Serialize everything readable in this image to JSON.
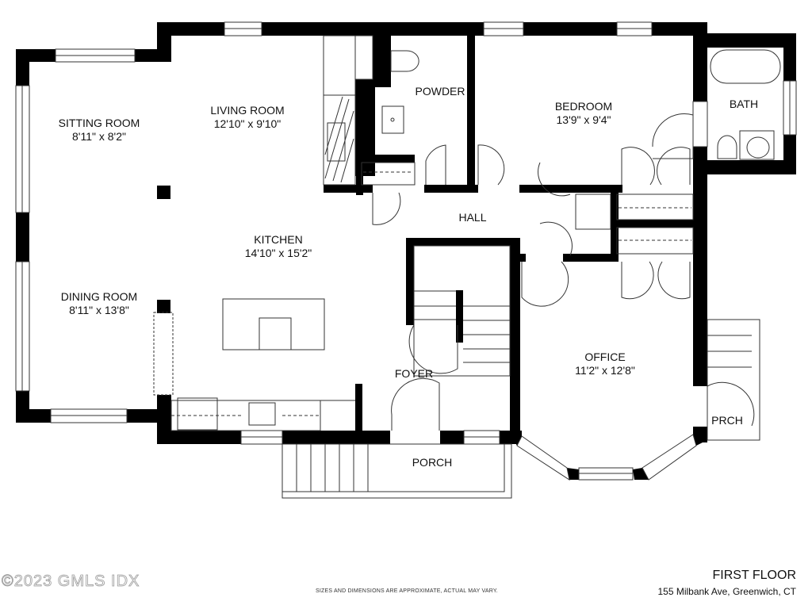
{
  "floor": {
    "title": "FIRST FLOOR",
    "address": "155 Milbank Ave, Greenwich, CT",
    "disclaimer": "SIZES AND DIMENSIONS ARE APPROXIMATE, ACTUAL MAY VARY.",
    "watermark": "©2023 GMLS IDX"
  },
  "colors": {
    "wall": "#000000",
    "line": "#333333",
    "background": "#ffffff"
  },
  "rooms": [
    {
      "id": "sitting-room",
      "name": "SITTING ROOM",
      "dims": "8'11\" x 8'2\""
    },
    {
      "id": "living-room",
      "name": "LIVING ROOM",
      "dims": "12'10\" x 9'10\""
    },
    {
      "id": "powder",
      "name": "POWDER",
      "dims": ""
    },
    {
      "id": "bedroom",
      "name": "BEDROOM",
      "dims": "13'9\" x 9'4\""
    },
    {
      "id": "bath",
      "name": "BATH",
      "dims": ""
    },
    {
      "id": "hall",
      "name": "HALL",
      "dims": ""
    },
    {
      "id": "kitchen",
      "name": "KITCHEN",
      "dims": "14'10\" x 15'2\""
    },
    {
      "id": "dining-room",
      "name": "DINING ROOM",
      "dims": "8'11\" x 13'8\""
    },
    {
      "id": "foyer",
      "name": "FOYER",
      "dims": ""
    },
    {
      "id": "office",
      "name": "OFFICE",
      "dims": "11'2\" x 12'8\""
    },
    {
      "id": "prch",
      "name": "PRCH",
      "dims": ""
    },
    {
      "id": "porch",
      "name": "PORCH",
      "dims": ""
    }
  ]
}
